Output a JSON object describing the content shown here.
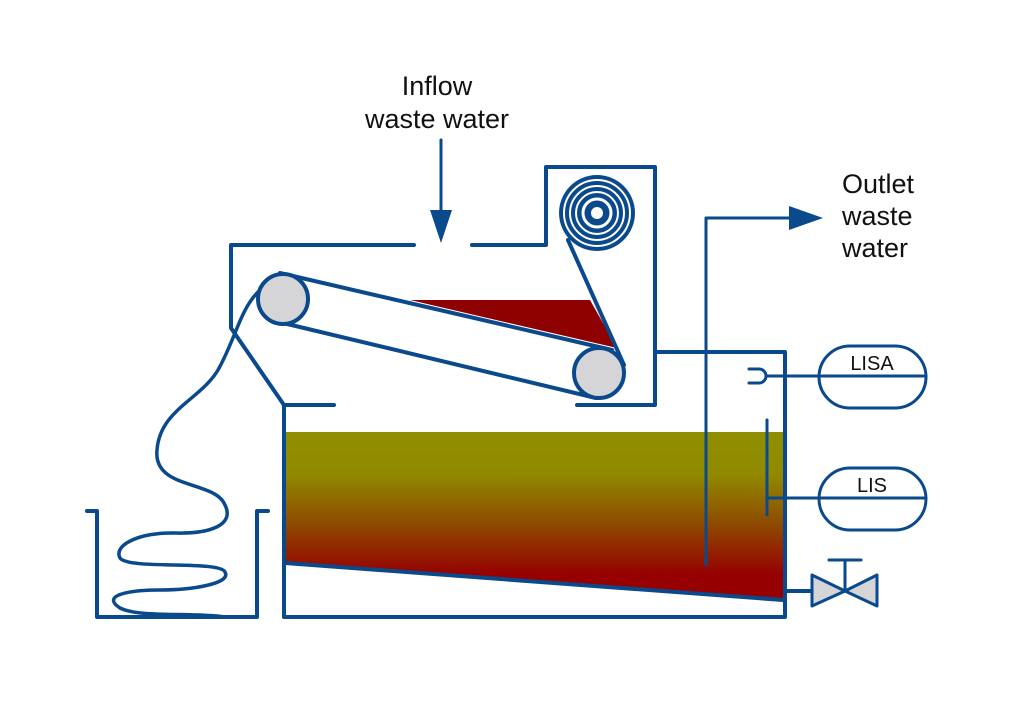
{
  "diagram": {
    "title": "Belt filter press wastewater treatment schematic",
    "labels": {
      "inflow_line1": "Inflow",
      "inflow_line2": "waste water",
      "outlet_line1": "Outlet",
      "outlet_line2": "waste",
      "outlet_line3": "water"
    },
    "instruments": {
      "upper": "LISA",
      "lower": "LIS"
    },
    "colors": {
      "line": "#0a4a8c",
      "roller_fill": "#d5d5d7",
      "sludge_wedge": "#8f0000",
      "liquid_top": "#8f8f00",
      "liquid_bottom": "#960000",
      "valve_fill": "#d5d5d7"
    }
  }
}
